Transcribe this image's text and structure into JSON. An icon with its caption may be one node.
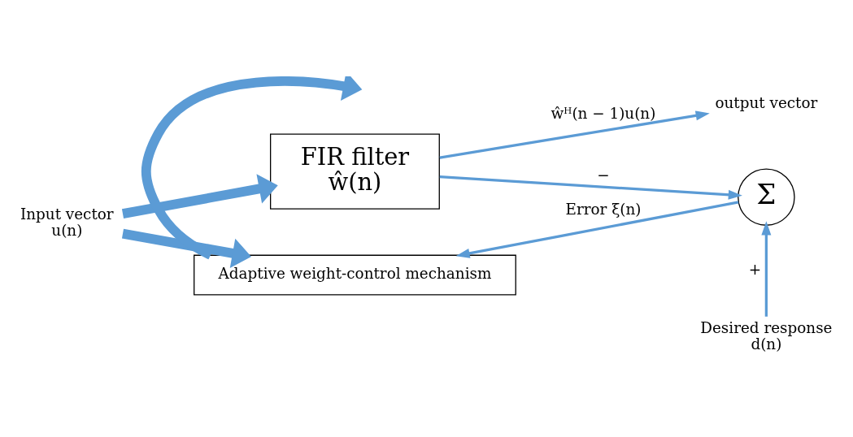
{
  "diagram": {
    "nodes": [
      {
        "text": [
          "Input vector",
          "u(n)"
        ]
      },
      {
        "text": [
          "FIR filter",
          "ŵ(n)"
        ]
      },
      {
        "text": [
          "Adaptive weight-control mechanism"
        ]
      },
      {
        "text": [
          "Σ"
        ]
      },
      {
        "text": [
          "output vector"
        ]
      },
      {
        "text": [
          "Desired response",
          "d(n)"
        ]
      }
    ],
    "edges": [
      {
        "from": 0,
        "to": 1,
        "arrow": "to",
        "style": "thick"
      },
      {
        "from": 0,
        "to": 2,
        "arrow": "to",
        "style": "thick"
      },
      {
        "from": 2,
        "to": null,
        "arrow": "to",
        "style": "thick"
      },
      {
        "from": 1,
        "to": 4,
        "arrow": "to",
        "label": "ŵᴴ(n − 1)u(n)"
      },
      {
        "from": 1,
        "to": 3,
        "arrow": "to",
        "label": "−"
      },
      {
        "from": 3,
        "to": 2,
        "arrow": "to",
        "label": "Error ξ(n)"
      },
      {
        "from": 5,
        "to": 3,
        "arrow": "to",
        "label": "+"
      }
    ]
  }
}
